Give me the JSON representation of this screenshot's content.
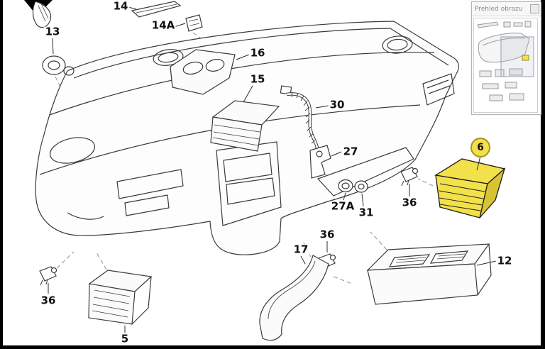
{
  "overview_panel": {
    "title": "Prehled obrazu"
  },
  "diagram": {
    "highlight_color": "#f2e14b",
    "highlight_shadow_color": "#d8c433",
    "line_color": "#3a3a3a",
    "parts": [
      {
        "label": "13",
        "highlighted": false
      },
      {
        "label": "14",
        "highlighted": false
      },
      {
        "label": "14A",
        "highlighted": false
      },
      {
        "label": "16",
        "highlighted": false
      },
      {
        "label": "15",
        "highlighted": false
      },
      {
        "label": "30",
        "highlighted": false
      },
      {
        "label": "27",
        "highlighted": false
      },
      {
        "label": "27A",
        "highlighted": false
      },
      {
        "label": "31",
        "highlighted": false
      },
      {
        "label": "36",
        "highlighted": false
      },
      {
        "label": "6",
        "highlighted": true
      },
      {
        "label": "36",
        "highlighted": false
      },
      {
        "label": "17",
        "highlighted": false
      },
      {
        "label": "12",
        "highlighted": false
      },
      {
        "label": "36",
        "highlighted": false
      },
      {
        "label": "5",
        "highlighted": false
      }
    ]
  }
}
